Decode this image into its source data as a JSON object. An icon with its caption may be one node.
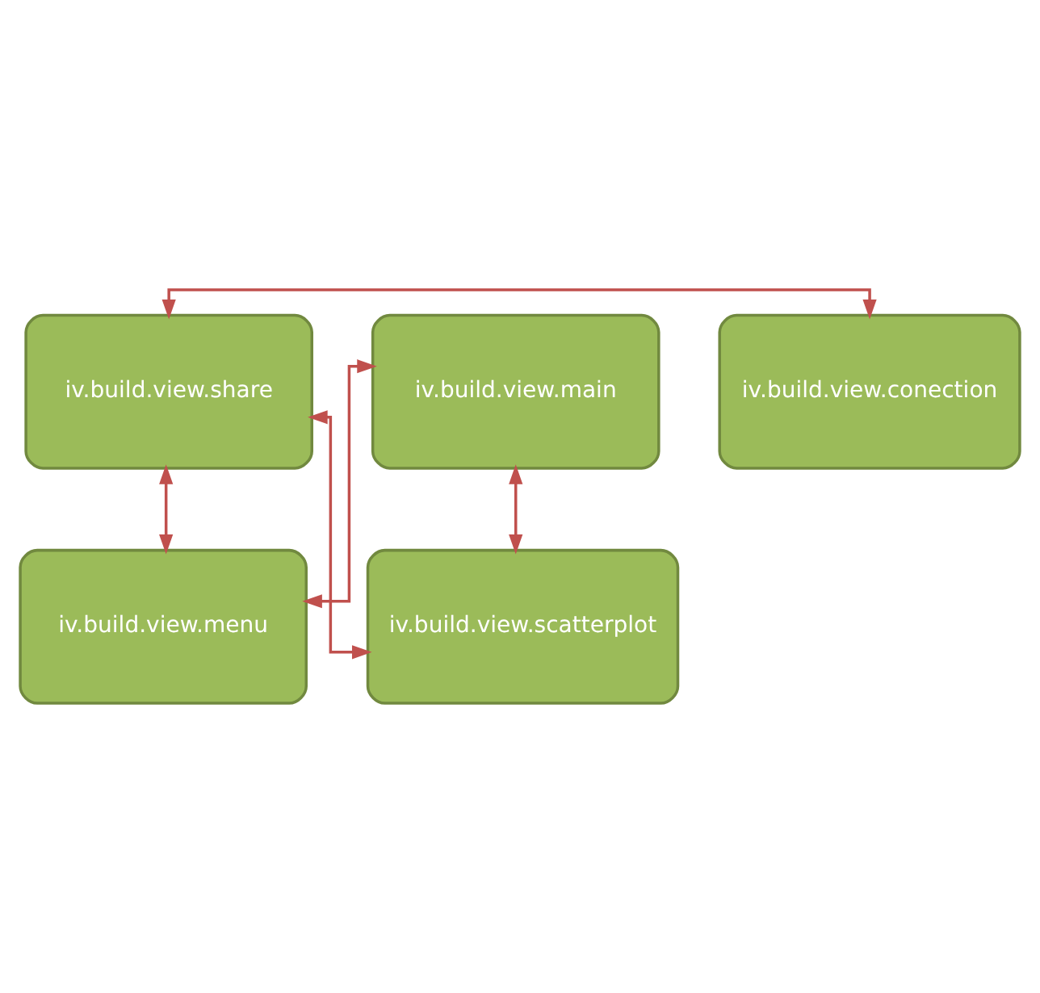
{
  "diagram": {
    "nodes": [
      {
        "text": [
          "iv.build.view.share"
        ]
      },
      {
        "text": [
          "iv.build.view.conection"
        ]
      },
      {
        "text": [
          "iv.build.view.menu"
        ]
      },
      {
        "text": [
          "iv.build.view.scatterplot"
        ]
      },
      {
        "text": [
          "iv.build.view.main"
        ]
      }
    ],
    "edges": [
      {
        "from": 0,
        "to": 1,
        "arrow": "both"
      },
      {
        "from": 0,
        "to": 2,
        "arrow": "both"
      },
      {
        "from": 0,
        "to": 3,
        "arrow": "both"
      },
      {
        "from": 4,
        "to": 2,
        "arrow": "both"
      },
      {
        "from": 4,
        "to": 3,
        "arrow": "both"
      }
    ]
  }
}
